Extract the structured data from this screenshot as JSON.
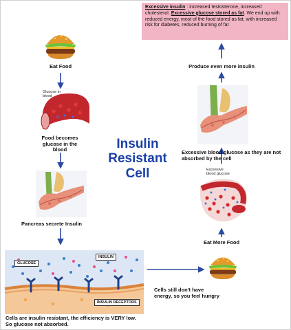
{
  "note": {
    "lead1": "Excessive insulin",
    "text1": " : increased testosterone, increased cholesterol. ",
    "lead2": "Excessive glucose stored as fat",
    "text2": ". We end up with reduced energy, most of the food stored as fat, with increased risk for diabetes, reduced burning of fat"
  },
  "title": {
    "line1": "Insulin",
    "line2": "Resistant",
    "line3": "Cell"
  },
  "steps": {
    "eat_food": "Eat Food",
    "food_becomes": "Food becomes glucose in the blood",
    "pancreas": "Pancreas secrete Insulin",
    "cells_resistant": "Cells are insulin resistant, the efficiency is VERY low. So glucose not absorbed.",
    "cells_no_energy": "Cells still don't have energy, so you feel hungry",
    "eat_more": "Eat More Food",
    "excess_glucose": "Excessive blood glucose as they are not absorbed by the cell",
    "more_insulin": "Produce even more insulin"
  },
  "labels": {
    "glucose_in_blood": "Glucose in blood",
    "excessive_blood_glucose": "Excessive blood glucose",
    "glucose": "GLUCOSE",
    "insulin": "INSULIN",
    "insulin_receptors": "INSULIN RECEPTORS"
  },
  "colors": {
    "title": "#1a3fa8",
    "arrow": "#2b4aa0",
    "note_bg": "#f2b5c4"
  }
}
